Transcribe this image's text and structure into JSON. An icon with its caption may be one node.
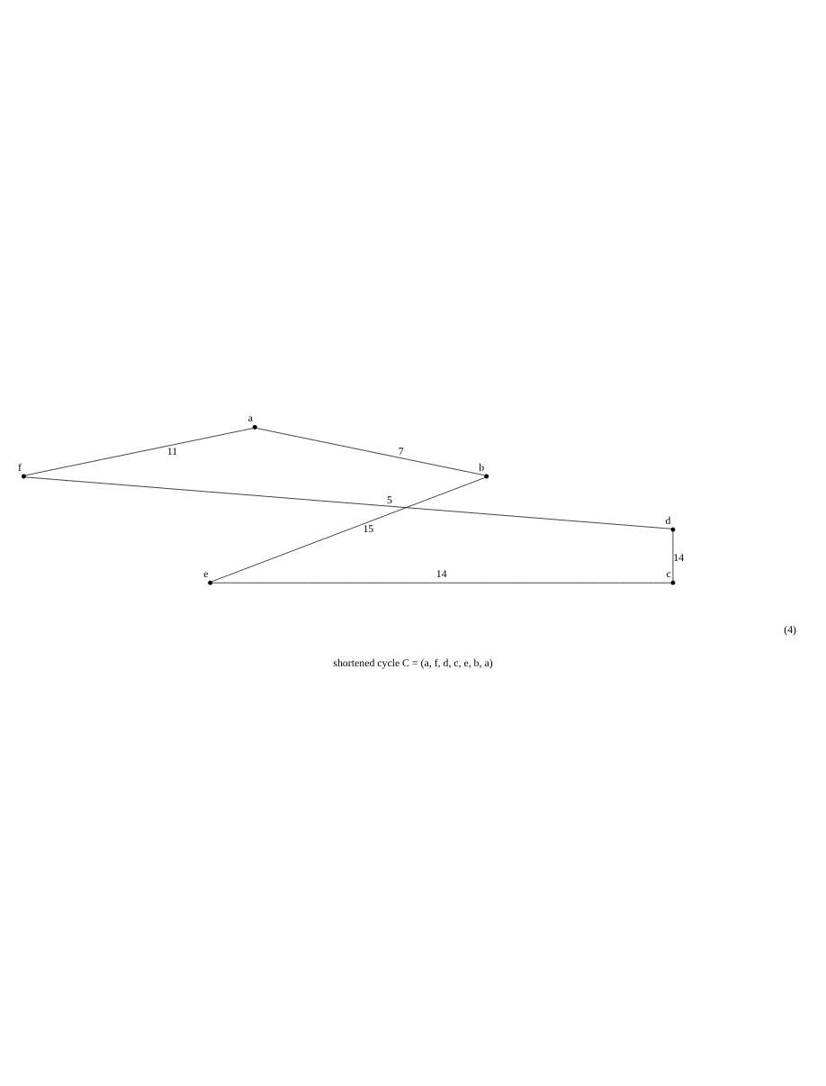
{
  "diagram": {
    "caption": "shortened cycle C = (a, f, d, c, e, b, a)",
    "nodes": [
      {
        "text": [],
        "shape": "circle",
        "beside": [
          "a"
        ]
      },
      {
        "text": [],
        "shape": "circle",
        "beside": [
          "f"
        ]
      },
      {
        "text": [],
        "shape": "circle",
        "beside": [
          "b"
        ]
      },
      {
        "text": [],
        "shape": "circle",
        "beside": [
          "e"
        ]
      },
      {
        "text": [],
        "shape": "circle",
        "beside": [
          "c"
        ]
      },
      {
        "text": [],
        "shape": "circle",
        "beside": [
          "d"
        ]
      }
    ],
    "edges": [
      {
        "from": 0,
        "to": 1,
        "arrow": "none",
        "label": "11"
      },
      {
        "from": 0,
        "to": 2,
        "arrow": "none",
        "label": "7"
      },
      {
        "from": 1,
        "to": 5,
        "arrow": "none",
        "label": "5"
      },
      {
        "from": 2,
        "to": 3,
        "arrow": "none",
        "label": "15"
      },
      {
        "from": 3,
        "to": 4,
        "arrow": "none",
        "label": "14"
      },
      {
        "from": 5,
        "to": 4,
        "arrow": "none",
        "label": "14"
      }
    ],
    "labels": [
      "(4)"
    ]
  }
}
